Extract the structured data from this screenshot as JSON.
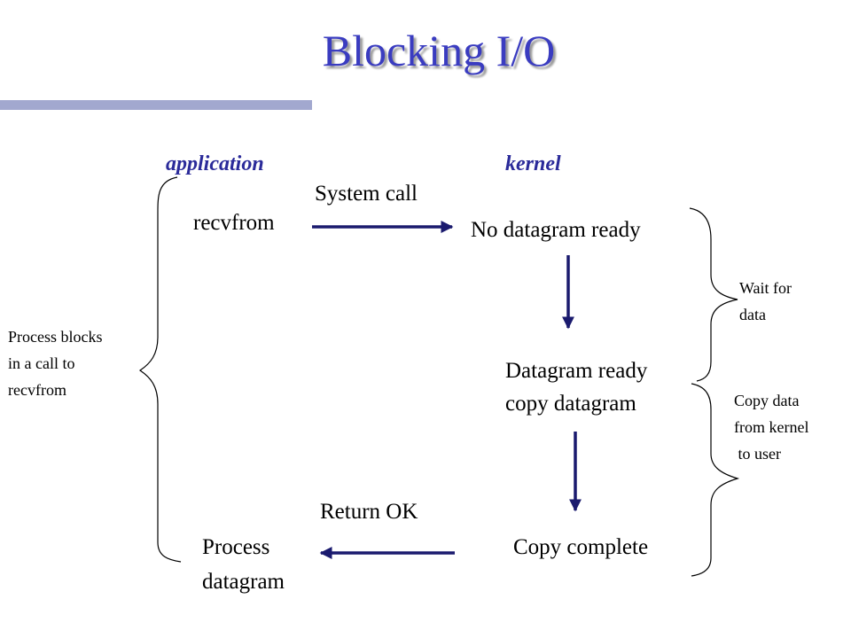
{
  "title": "Blocking I/O",
  "columns": {
    "application": "application",
    "kernel": "kernel"
  },
  "steps": {
    "system_call": "System call",
    "recvfrom": "recvfrom",
    "no_datagram_ready": "No datagram ready",
    "datagram_ready": "Datagram ready",
    "copy_datagram": "copy datagram",
    "return_ok": "Return OK",
    "copy_complete": "Copy complete",
    "process_datagram": [
      "Process",
      "datagram"
    ]
  },
  "annotations": {
    "process_blocks": [
      "Process blocks",
      "in a call to",
      "recvfrom"
    ],
    "wait_for_data": [
      "Wait for",
      "data"
    ],
    "copy_data": [
      "Copy data",
      "from kernel",
      " to user"
    ]
  },
  "colors": {
    "title": "#3a3cc0",
    "title_bar": "#a2a8cf",
    "heading": "#2b2b9a",
    "arrow": "#1a1a6e",
    "text": "#000000"
  }
}
